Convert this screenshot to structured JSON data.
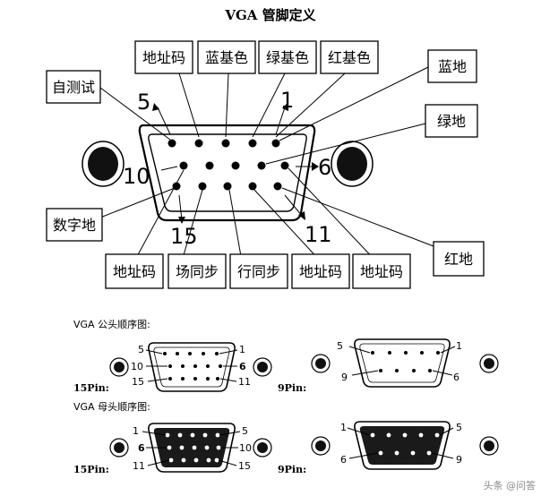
{
  "title": "VGA 管脚定义",
  "top_labels": {
    "addr1": "地址码",
    "blue_base": "蓝基色",
    "green_base": "绿基色",
    "red_base": "红基色",
    "self_test": "自测试",
    "blue_gnd": "蓝地",
    "green_gnd": "绿地",
    "digital_gnd": "数字地",
    "red_gnd": "红地",
    "addr2": "地址码",
    "hsync_field": "场同步",
    "vsync_line": "行同步",
    "addr3": "地址码",
    "addr4": "地址码"
  },
  "pin_numbers": {
    "p5": "5",
    "p1": "1",
    "p10": "10",
    "p6": "6",
    "p15": "15",
    "p11": "11"
  },
  "male_section": {
    "heading": "VGA 公头顺序图:",
    "pin15_label": "15Pin:",
    "pin9_label": "9Pin:",
    "pin15_numbers": {
      "a": "5",
      "b": "1",
      "c": "10",
      "d": "6",
      "e": "15",
      "f": "11"
    },
    "pin9_numbers": {
      "a": "5",
      "b": "1",
      "c": "9",
      "d": "6"
    }
  },
  "female_section": {
    "heading": "VGA 母头顺序图:",
    "pin15_label": "15Pin:",
    "pin9_label": "9Pin:",
    "pin15_numbers": {
      "a": "1",
      "b": "5",
      "c": "6",
      "d": "10",
      "e": "11",
      "f": "15"
    },
    "pin9_numbers": {
      "a": "1",
      "b": "5",
      "c": "6",
      "d": "9"
    }
  },
  "watermark": "头条 @问答"
}
